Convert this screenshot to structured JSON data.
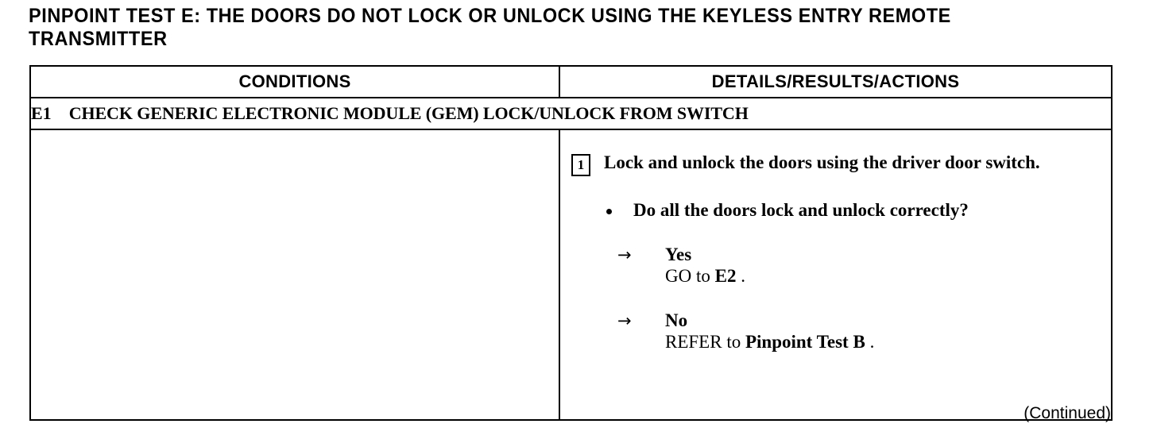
{
  "document": {
    "title": "PINPOINT TEST E: THE DOORS DO NOT LOCK OR UNLOCK USING THE KEYLESS ENTRY REMOTE TRANSMITTER",
    "footer_note": "(Continued)"
  },
  "table": {
    "headers": {
      "conditions": "CONDITIONS",
      "details": "DETAILS/RESULTS/ACTIONS"
    },
    "step_banner": {
      "id": "E1",
      "title": "CHECK GENERIC ELECTRONIC MODULE (GEM) LOCK/UNLOCK FROM SWITCH"
    },
    "conditions_cell": {
      "content": ""
    },
    "details_cell": {
      "instruction": {
        "number": "1",
        "text": "Lock and unlock the doors using the driver door switch."
      },
      "question": "Do all the doors lock and unlock correctly?",
      "branches": [
        {
          "arrow": "arrow-right-icon",
          "arrow_glyph": "→",
          "label": "Yes",
          "action_prefix": "GO to ",
          "action_target": "E2",
          "action_suffix": " ."
        },
        {
          "arrow": "arrow-right-icon",
          "arrow_glyph": "→",
          "label": "No",
          "action_prefix": "REFER to ",
          "action_target": "Pinpoint Test B",
          "action_suffix": " ."
        }
      ]
    }
  },
  "colors": {
    "ink": "#000000",
    "paper": "#ffffff"
  }
}
